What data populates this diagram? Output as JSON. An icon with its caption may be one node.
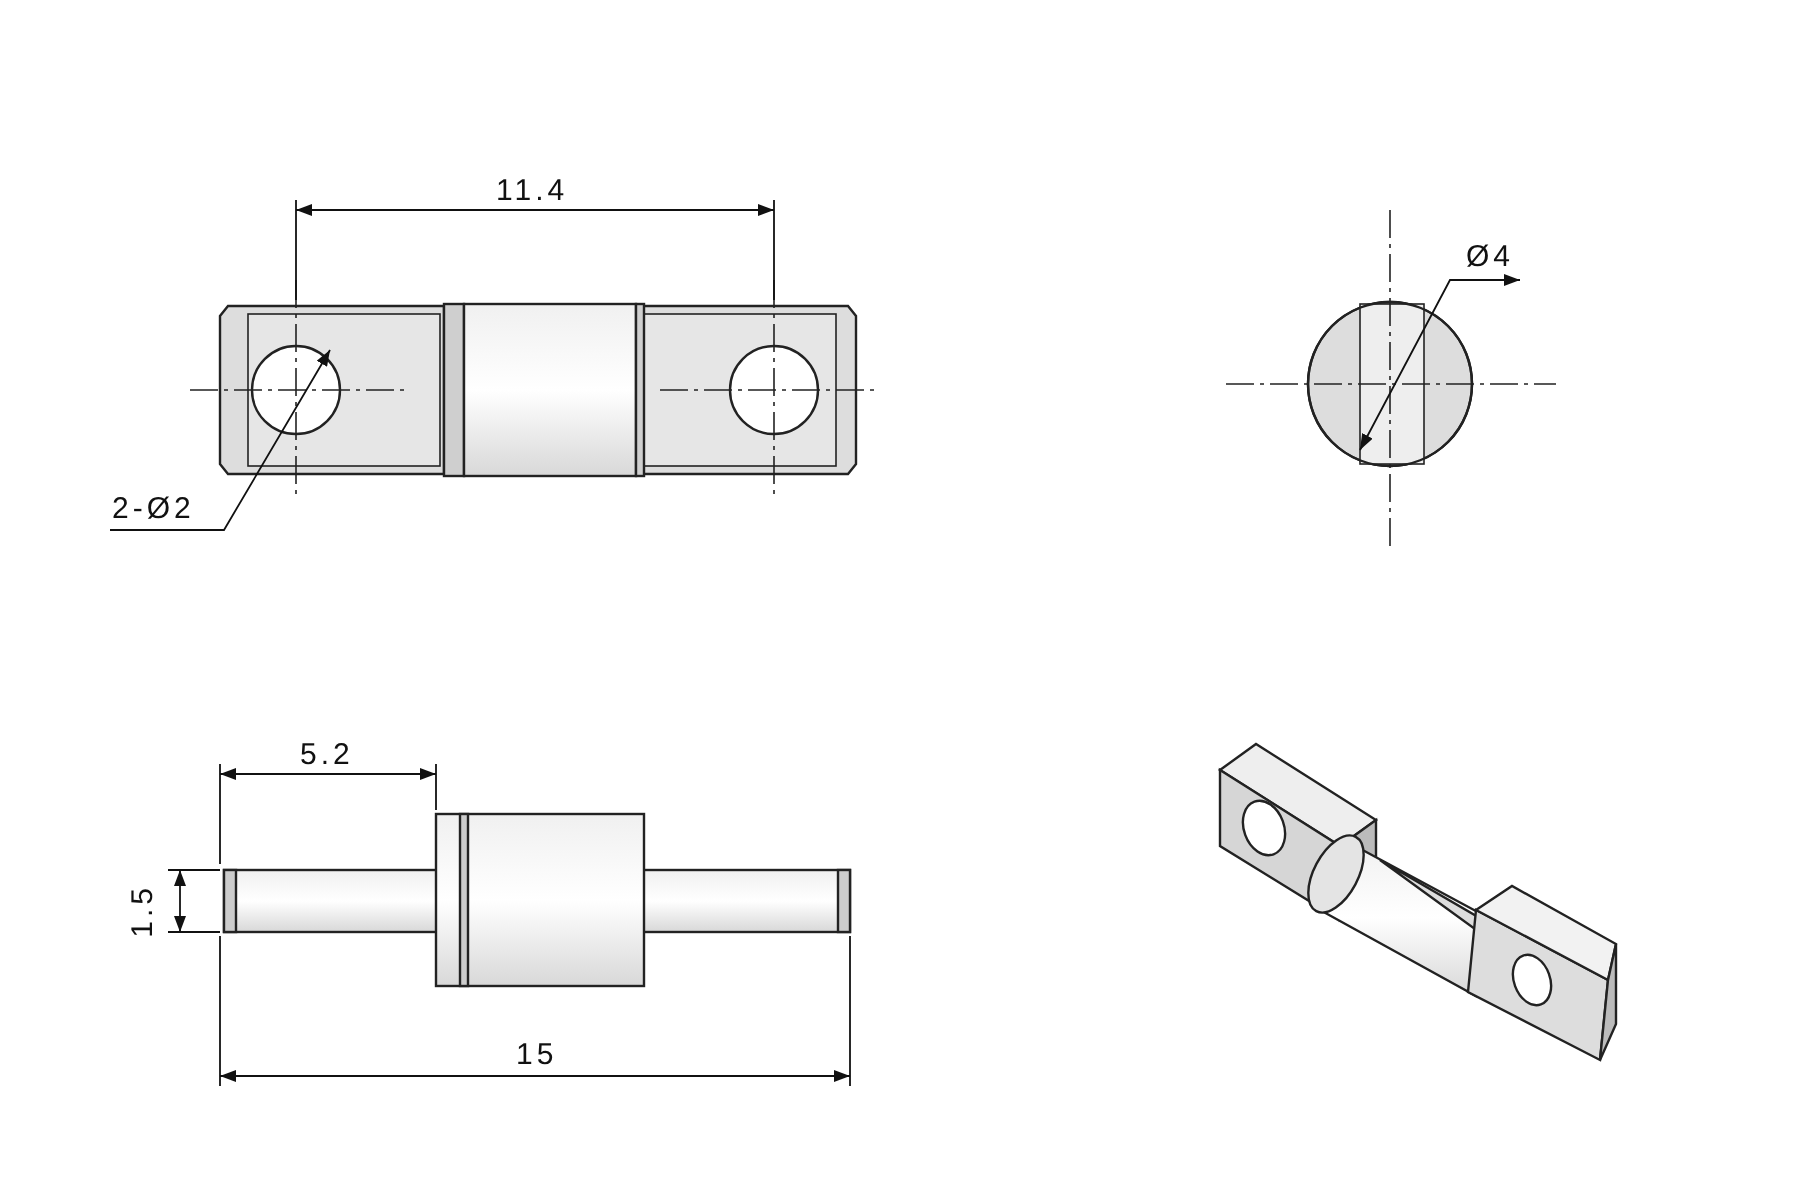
{
  "diagram": {
    "labels": [
      "11.4",
      "2-Ø2",
      "Ø4",
      "5.2",
      "1.5",
      "15"
    ]
  }
}
